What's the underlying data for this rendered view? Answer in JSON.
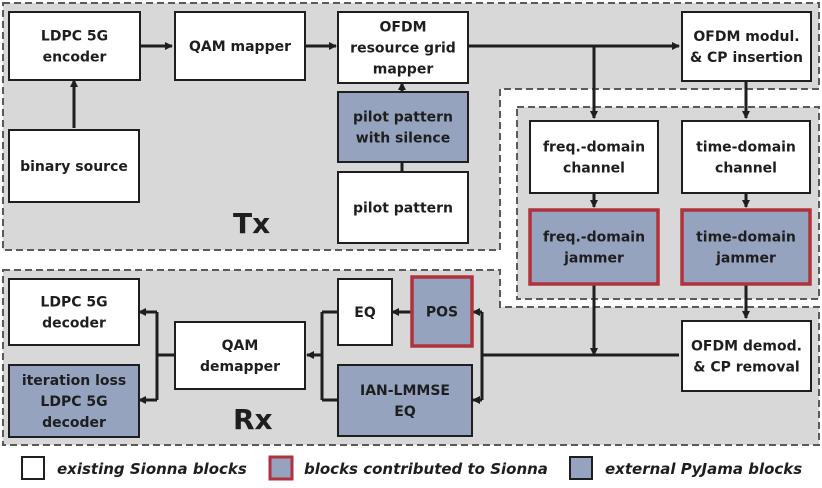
{
  "colors": {
    "region_fill": "#d8d8d8",
    "region_border": "#5a5a5a",
    "block_existing": "#ffffff",
    "block_external": "#95a3bf",
    "border_contributed": "#b0323c",
    "line": "#1e1e1e"
  },
  "regions": {
    "tx": "Tx",
    "rx": "Rx"
  },
  "blocks": {
    "ldpc_encoder": {
      "lines": [
        "LDPC 5G",
        "encoder"
      ],
      "kind": "existing"
    },
    "binary_source": {
      "lines": [
        "binary source"
      ],
      "kind": "existing"
    },
    "qam_mapper": {
      "lines": [
        "QAM mapper"
      ],
      "kind": "existing"
    },
    "ofdm_grid_mapper": {
      "lines": [
        "OFDM",
        "resource grid",
        "mapper"
      ],
      "kind": "existing"
    },
    "pilot_silence": {
      "lines": [
        "pilot pattern",
        "with silence"
      ],
      "kind": "external"
    },
    "pilot_pattern": {
      "lines": [
        "pilot pattern"
      ],
      "kind": "existing"
    },
    "ofdm_modul": {
      "lines": [
        "OFDM modul.",
        "& CP insertion"
      ],
      "kind": "existing"
    },
    "freq_channel": {
      "lines": [
        "freq.-domain",
        "channel"
      ],
      "kind": "existing"
    },
    "time_channel": {
      "lines": [
        "time-domain",
        "channel"
      ],
      "kind": "existing"
    },
    "freq_jammer": {
      "lines": [
        "freq.-domain",
        "jammer"
      ],
      "kind": "contributed"
    },
    "time_jammer": {
      "lines": [
        "time-domain",
        "jammer"
      ],
      "kind": "contributed"
    },
    "ldpc_decoder": {
      "lines": [
        "LDPC 5G",
        "decoder"
      ],
      "kind": "existing"
    },
    "iter_loss_decoder": {
      "lines": [
        "iteration loss",
        "LDPC 5G",
        "decoder"
      ],
      "kind": "external"
    },
    "qam_demapper": {
      "lines": [
        "QAM",
        "demapper"
      ],
      "kind": "existing"
    },
    "eq": {
      "lines": [
        "EQ"
      ],
      "kind": "existing"
    },
    "pos": {
      "lines": [
        "POS"
      ],
      "kind": "contributed"
    },
    "ian_lmmse": {
      "lines": [
        "IAN-LMMSE",
        "EQ"
      ],
      "kind": "external"
    },
    "ofdm_demod": {
      "lines": [
        "OFDM demod.",
        "& CP removal"
      ],
      "kind": "existing"
    }
  },
  "legend": {
    "existing": "existing Sionna blocks",
    "contributed": "blocks contributed to Sionna",
    "external": "external PyJama blocks"
  }
}
